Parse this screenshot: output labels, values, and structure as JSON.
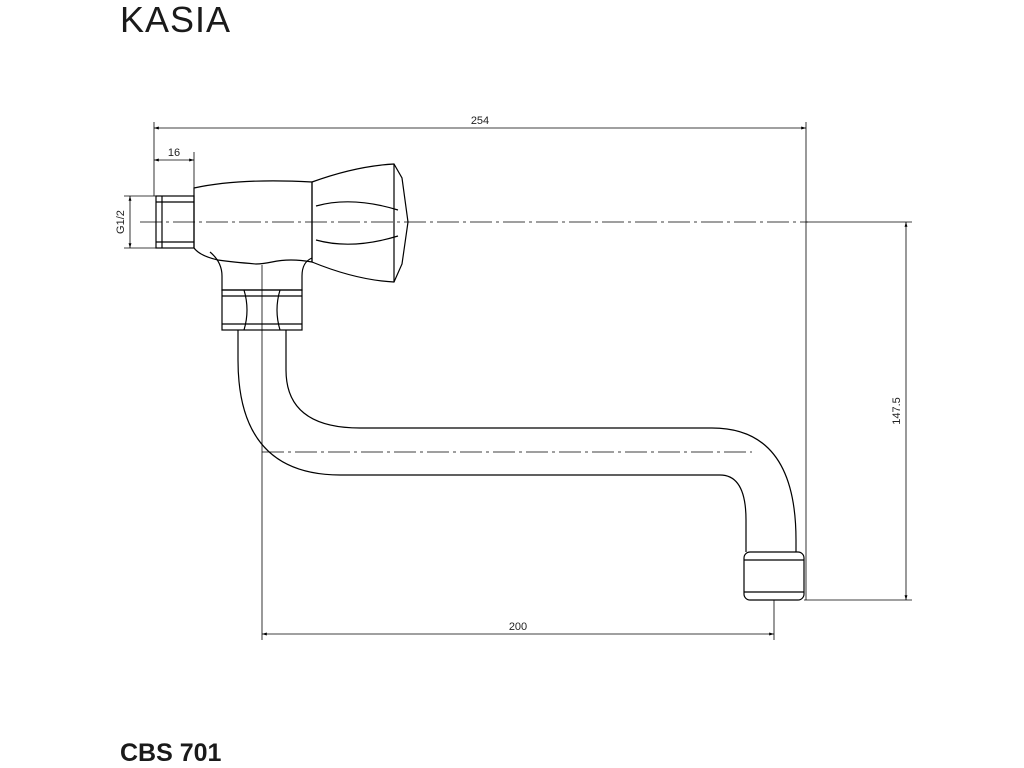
{
  "title": "KASIA",
  "model": "CBS 701",
  "dimensions": {
    "overall_width": "254",
    "thread_length": "16",
    "thread_size": "G1/2",
    "height": "147.5",
    "spout_reach": "200"
  },
  "colors": {
    "line": "#000000",
    "background": "#ffffff"
  }
}
